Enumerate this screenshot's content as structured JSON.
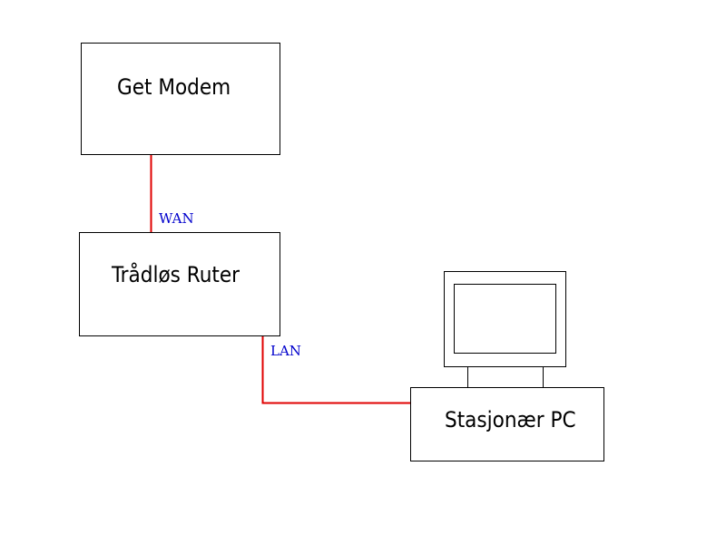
{
  "nodes": {
    "modem": {
      "label": "Get Modem"
    },
    "router": {
      "label": "Trådløs Ruter"
    },
    "pc": {
      "label": "Stasjonær PC"
    }
  },
  "links": {
    "wan": {
      "label": "WAN"
    },
    "lan": {
      "label": "LAN"
    }
  },
  "colors": {
    "line": "#e00000",
    "link_label": "#0000cc",
    "border": "#000000",
    "background": "#ffffff"
  }
}
